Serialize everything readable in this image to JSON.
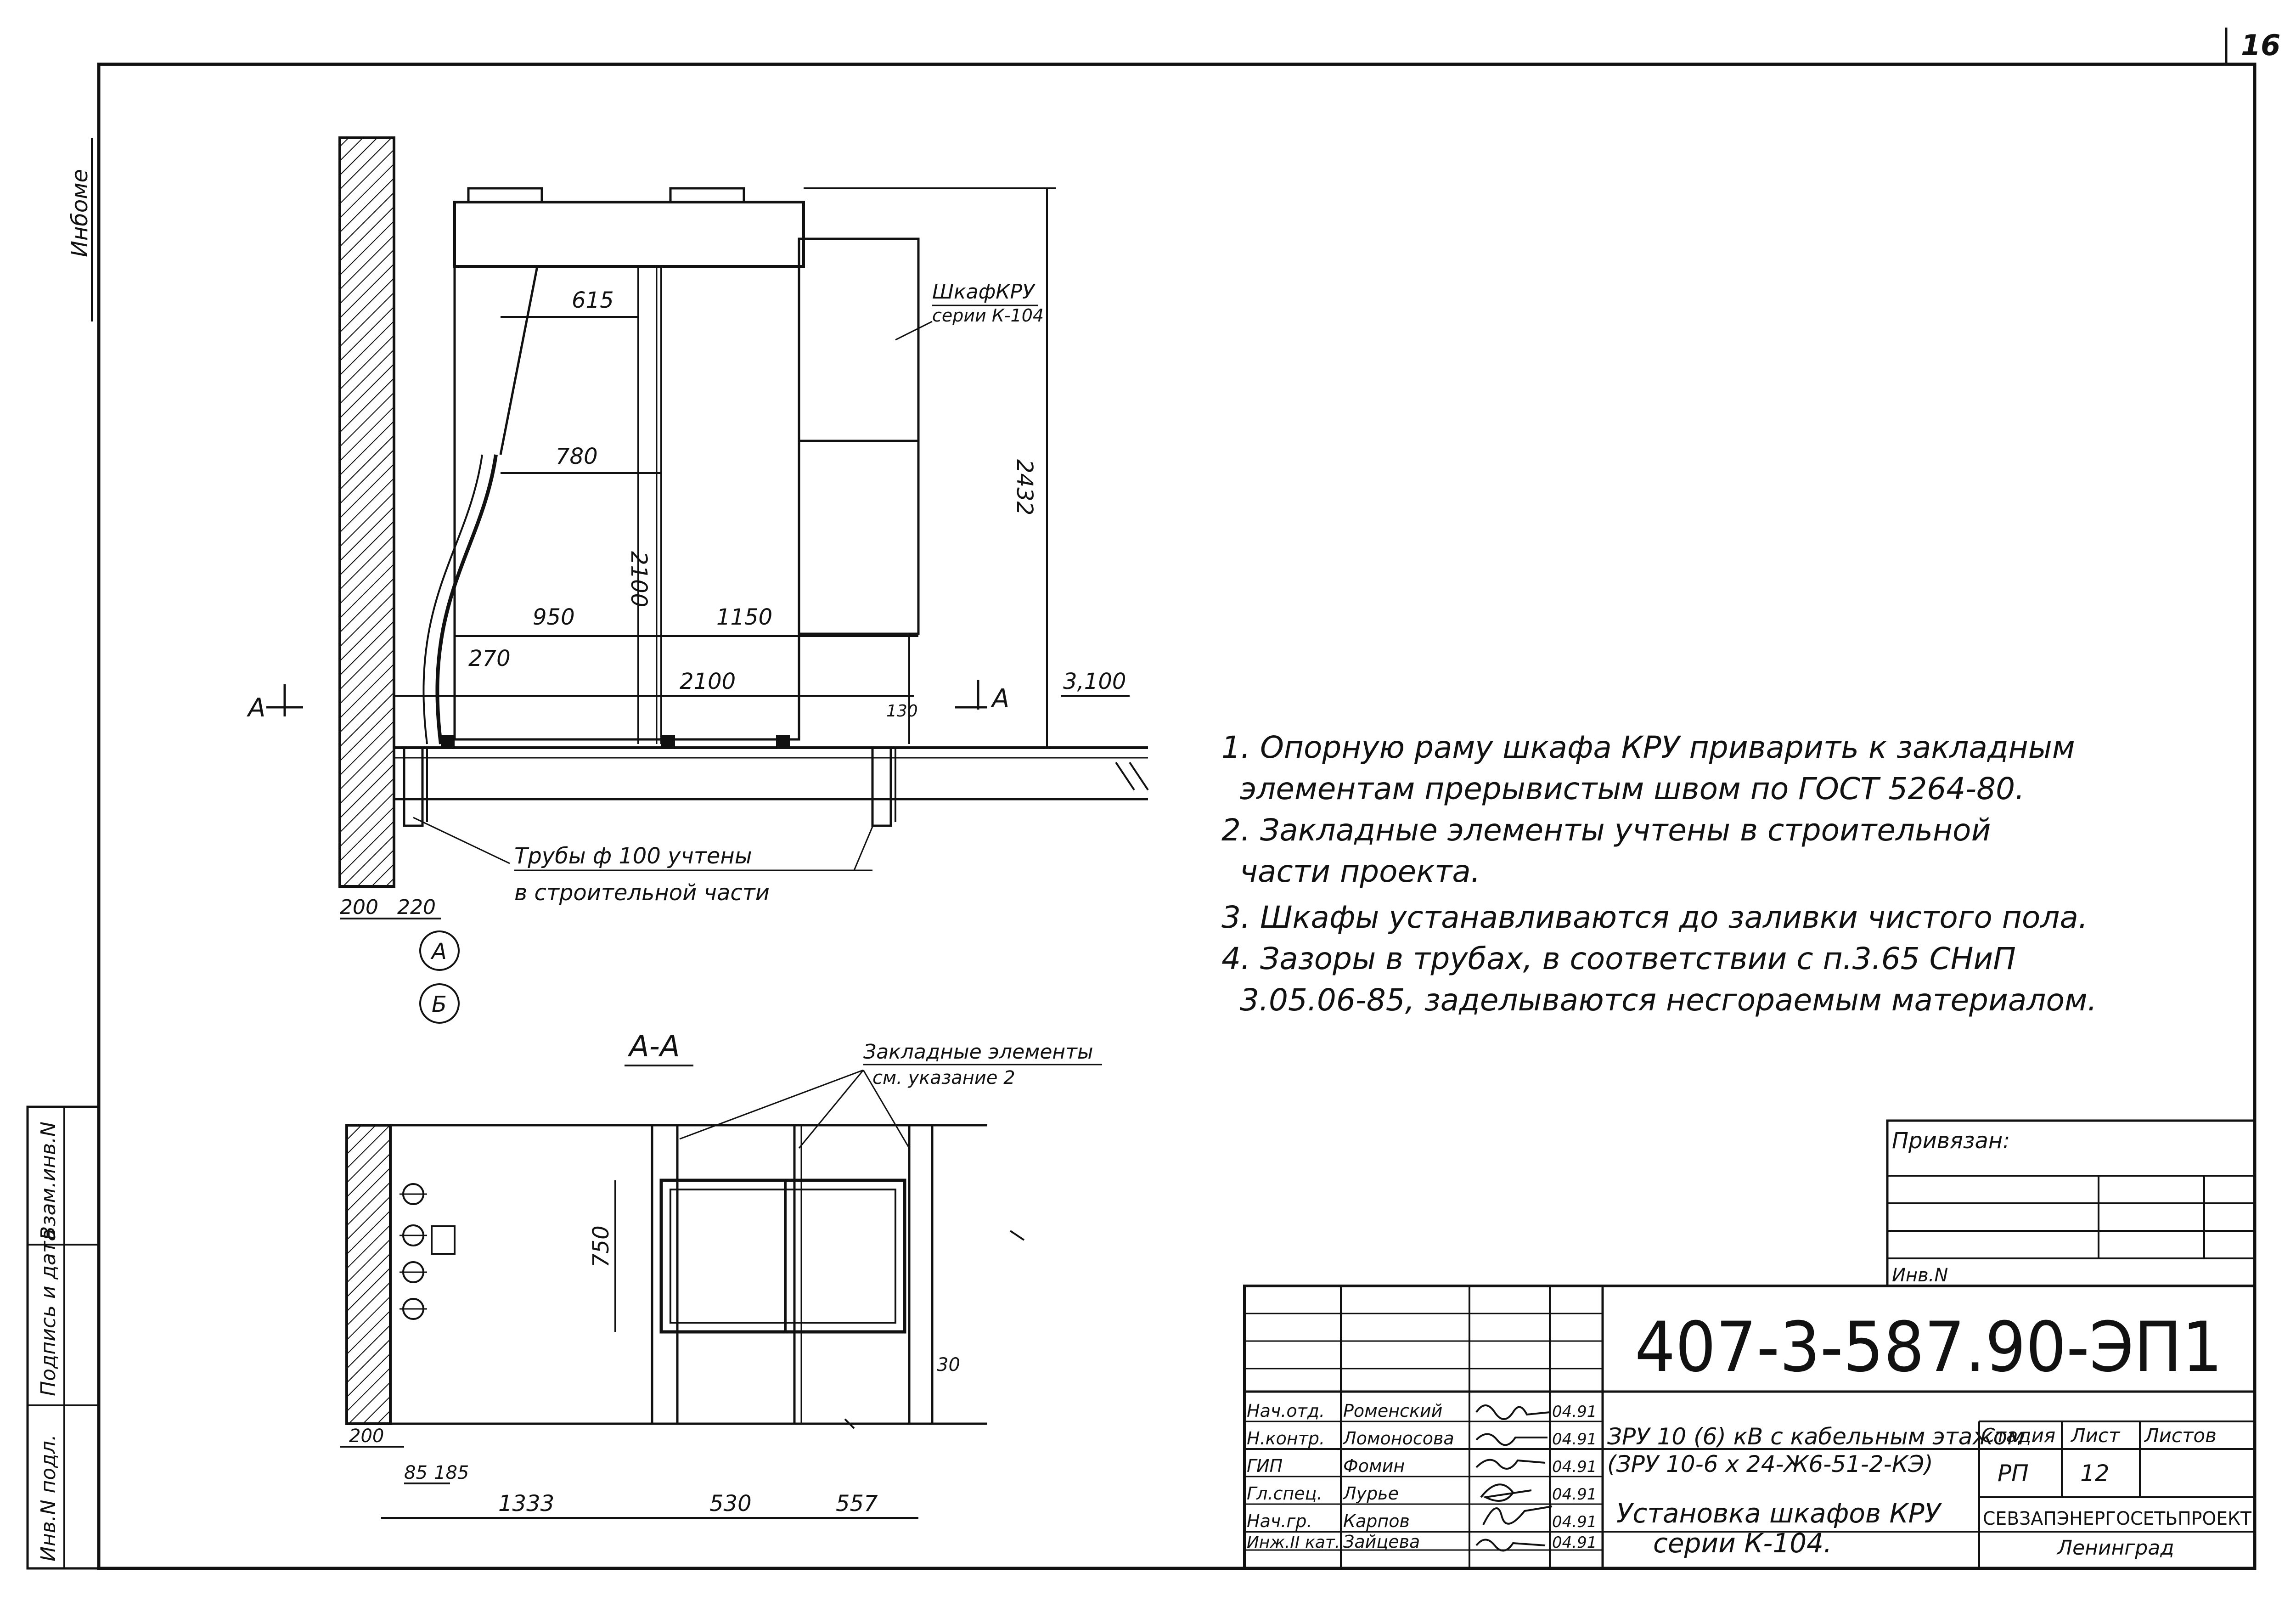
{
  "sheet": {
    "page_number": "16",
    "margin_stamp": "Инбоме",
    "side_stamp": {
      "inv_orig": "Инв.N подл.",
      "sign_date": "Подпись и дата",
      "replace_inv": "Взам.инв.N"
    }
  },
  "elevation": {
    "cabinet_label_1": "ШкафКРУ",
    "cabinet_label_2": "серии К-104",
    "dims": {
      "d615": "615",
      "d780": "780",
      "d2100v": "2100",
      "d2432": "2432",
      "d950": "950",
      "d1150": "1150",
      "d270": "270",
      "d2100h": "2100",
      "d130": "130",
      "d200": "200",
      "d220": "220"
    },
    "level": "3,100",
    "section_mark_left": "А",
    "section_mark_right": "А",
    "pipes_note_1": "Трубы ф 100 учтены",
    "pipes_note_2": "в строительной части",
    "axis_a": "А",
    "axis_b": "Б"
  },
  "plan": {
    "section_title": "А-А",
    "embedded_note_1": "Закладные элементы",
    "embedded_note_2": "см. указание 2",
    "dims": {
      "d750": "750",
      "d30": "30",
      "d200": "200",
      "d85": "85",
      "d185": "185",
      "d1333": "1333",
      "d530": "530",
      "d557": "557"
    }
  },
  "notes": [
    "1. Опорную раму шкафа КРУ приварить к закладным",
    "элементам прерывистым швом по ГОСТ 5264-80.",
    "2. Закладные элементы учтены в строительной",
    "части проекта.",
    "3. Шкафы устанавливаются до заливки чистого пола.",
    "4. Зазоры в трубах, в соответствии с п.3.65 СНиП",
    "3.05.06-85, заделываются несгораемым материалом."
  ],
  "binding": {
    "title": "Привязан:",
    "inv": "Инв.N"
  },
  "title_block": {
    "doc_code": "407-3-587.90-ЭП1",
    "object_1": "ЗРУ 10 (6) кВ с кабельным этажом",
    "object_2": "(ЗРУ 10-6 х 24-Ж6-51-2-КЭ)",
    "sheet_title_1": "Установка шкафов КРУ",
    "sheet_title_2": "серии К-104.",
    "stage_label": "Стадия",
    "sheet_label": "Лист",
    "sheets_label": "Листов",
    "stage": "РП",
    "sheet_no": "12",
    "org": "СЕВЗАПЭНЕРГОСЕТЬПРОЕКТ",
    "city": "Ленинград",
    "signatures": [
      {
        "role": "Нач.отд.",
        "name": "Роменский",
        "date": "04.91"
      },
      {
        "role": "Н.контр.",
        "name": "Ломоносова",
        "date": "04.91"
      },
      {
        "role": "ГИП",
        "name": "Фомин",
        "date": "04.91"
      },
      {
        "role": "Гл.спец.",
        "name": "Лурье",
        "date": "04.91"
      },
      {
        "role": "Нач.гр.",
        "name": "Карпов",
        "date": "04.91"
      },
      {
        "role": "Инж.II кат.",
        "name": "Зайцева",
        "date": "04.91"
      }
    ]
  }
}
